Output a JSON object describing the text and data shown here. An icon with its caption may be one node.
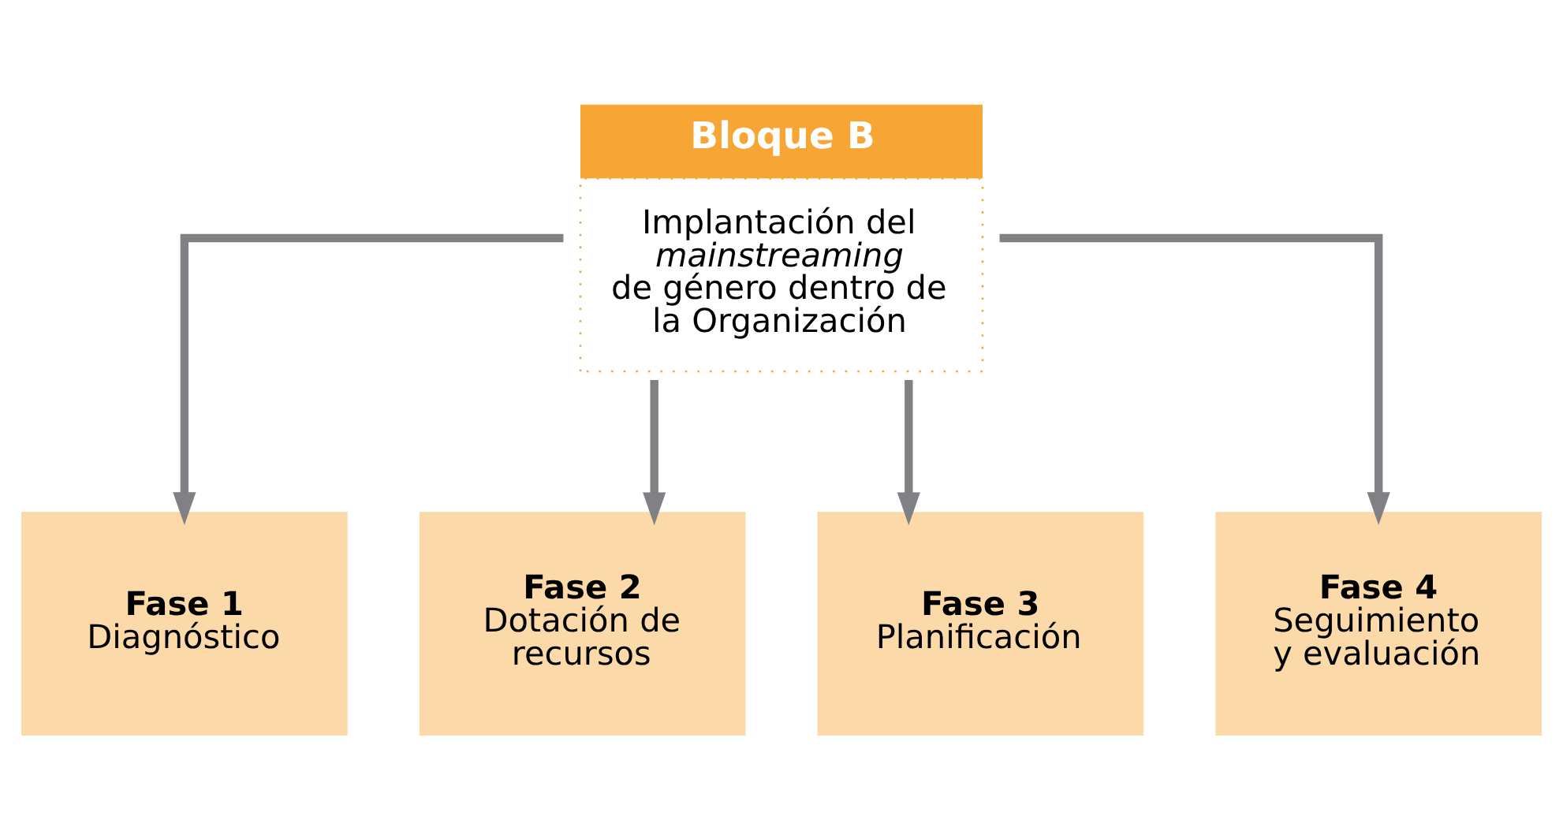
{
  "diagram": {
    "nodes": [
      {
        "text": [
          "Bloque B",
          "Implantación del *mainstreaming* de género dentro de la Organización"
        ]
      },
      {
        "text": [
          "Fase 1",
          "Diagnóstico"
        ]
      },
      {
        "text": [
          "Fase 2",
          "Dotación de recursos"
        ]
      },
      {
        "text": [
          "Fase 3",
          "Planificación"
        ]
      },
      {
        "text": [
          "Fase 4",
          "Seguimiento y evaluación"
        ]
      }
    ],
    "edges": [
      {
        "from": 0,
        "to": 1,
        "arrow": "to"
      },
      {
        "from": 0,
        "to": 2,
        "arrow": "to"
      },
      {
        "from": 0,
        "to": 3,
        "arrow": "to"
      },
      {
        "from": 0,
        "to": 4,
        "arrow": "to"
      }
    ]
  }
}
